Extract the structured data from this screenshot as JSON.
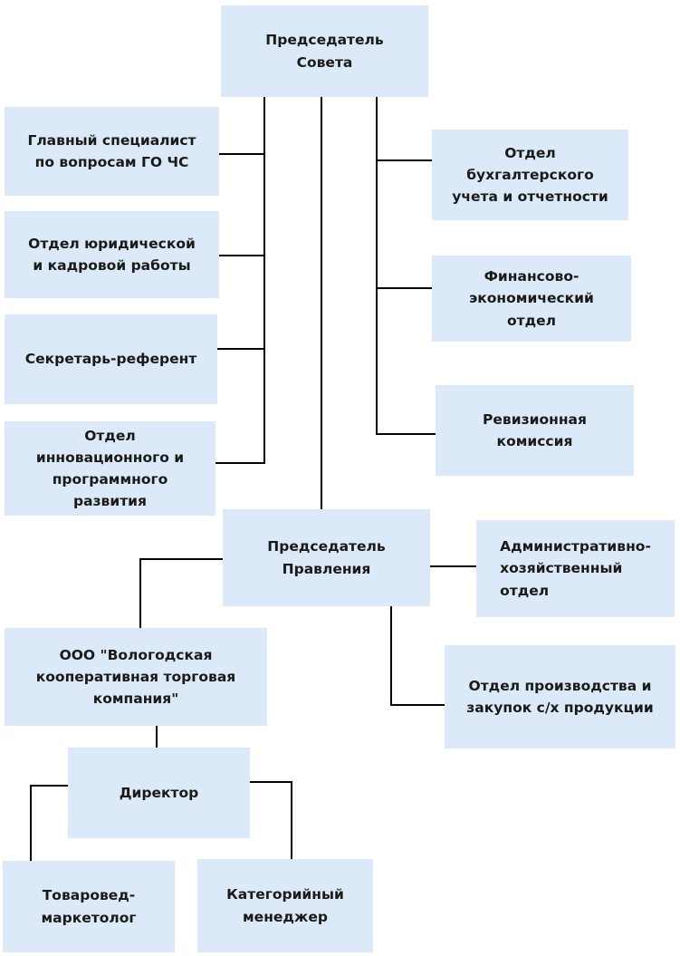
{
  "boxes": {
    "chairman_council": "Председатель\nСовета",
    "chief_specialist": "Главный специалист\nпо вопросам ГО ЧС",
    "legal_hr": "Отдел юридической\nи кадровой работы",
    "secretary": "Секретарь-референт",
    "innovation": "Отдел\nинновационного и\nпрограммного\nразвития",
    "accounting": "Отдел\nбухгалтерского\nучета и отчетности",
    "finance": "Финансово-\nэкономический\nотдел",
    "audit": "Ревизионная\nкомиссия",
    "chairman_board": "Председатель\nПравления",
    "admin": "Административно-\nхозяйственный\nотдел",
    "company": "ООО \"Вологодская\nкооперативная торговая\nкомпания\"",
    "production": "Отдел производства и\nзакупок с/х продукции",
    "director": "Директор",
    "merchandiser": "Товаровед-\nмаркетолог",
    "category_manager": "Категорийный\nменеджер"
  }
}
